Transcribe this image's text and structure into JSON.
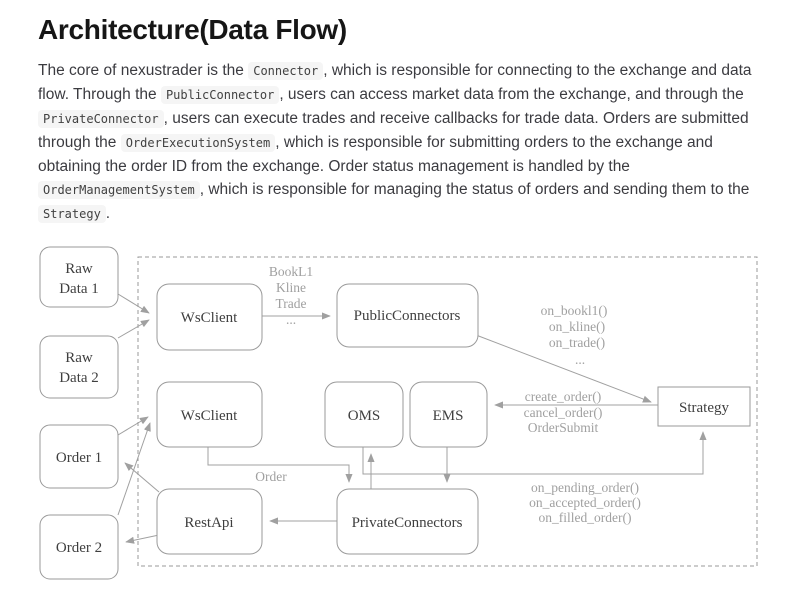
{
  "header": {
    "title": "Architecture(Data Flow)"
  },
  "paragraph": {
    "seg0": "The core of nexustrader is the ",
    "code0": "Connector",
    "seg1": ", which is responsible for connecting to the exchange and data flow. Through the ",
    "code1": "PublicConnector",
    "seg2": ", users can access market data from the exchange, and through the ",
    "code2": "PrivateConnector",
    "seg3": ", users can execute trades and receive callbacks for trade data. Orders are submitted through the ",
    "code3": "OrderExecutionSystem",
    "seg4": ", which is responsible for submitting orders to the exchange and obtaining the order ID from the exchange. Order status management is handled by the ",
    "code4": "OrderManagementSystem",
    "seg5": ", which is responsible for managing the status of orders and sending them to the ",
    "code5": "Strategy",
    "seg6": "."
  },
  "diagram": {
    "colors": {
      "line": "#a0a0a0",
      "box_border": "#9a9a9a",
      "box_text": "#3f3f3f",
      "label_text": "#a0a0a0",
      "code_background": "#f5f5f5"
    },
    "nodes": {
      "raw_data_1_l1": "Raw",
      "raw_data_1_l2": "Data 1",
      "raw_data_2_l1": "Raw",
      "raw_data_2_l2": "Data 2",
      "order_1": "Order 1",
      "order_2": "Order 2",
      "ws_client_1": "WsClient",
      "public_connectors": "PublicConnectors",
      "ws_client_2": "WsClient",
      "oms": "OMS",
      "ems": "EMS",
      "rest_api": "RestApi",
      "private_connectors": "PrivateConnectors",
      "strategy": "Strategy"
    },
    "labels": {
      "book_l1": "BookL1",
      "kline": "Kline",
      "trade": "Trade",
      "ellipsis_top": "...",
      "on_bookl1": "on_bookl1()",
      "on_kline": "on_kline()",
      "on_trade": "on_trade()",
      "ellipsis_mid": "...",
      "create_order": "create_order()",
      "cancel_order": "cancel_order()",
      "order_submit": "OrderSubmit",
      "order": "Order",
      "on_pending_order": "on_pending_order()",
      "on_accepted_order": "on_accepted_order()",
      "on_filled_order": "on_filled_order()"
    }
  }
}
